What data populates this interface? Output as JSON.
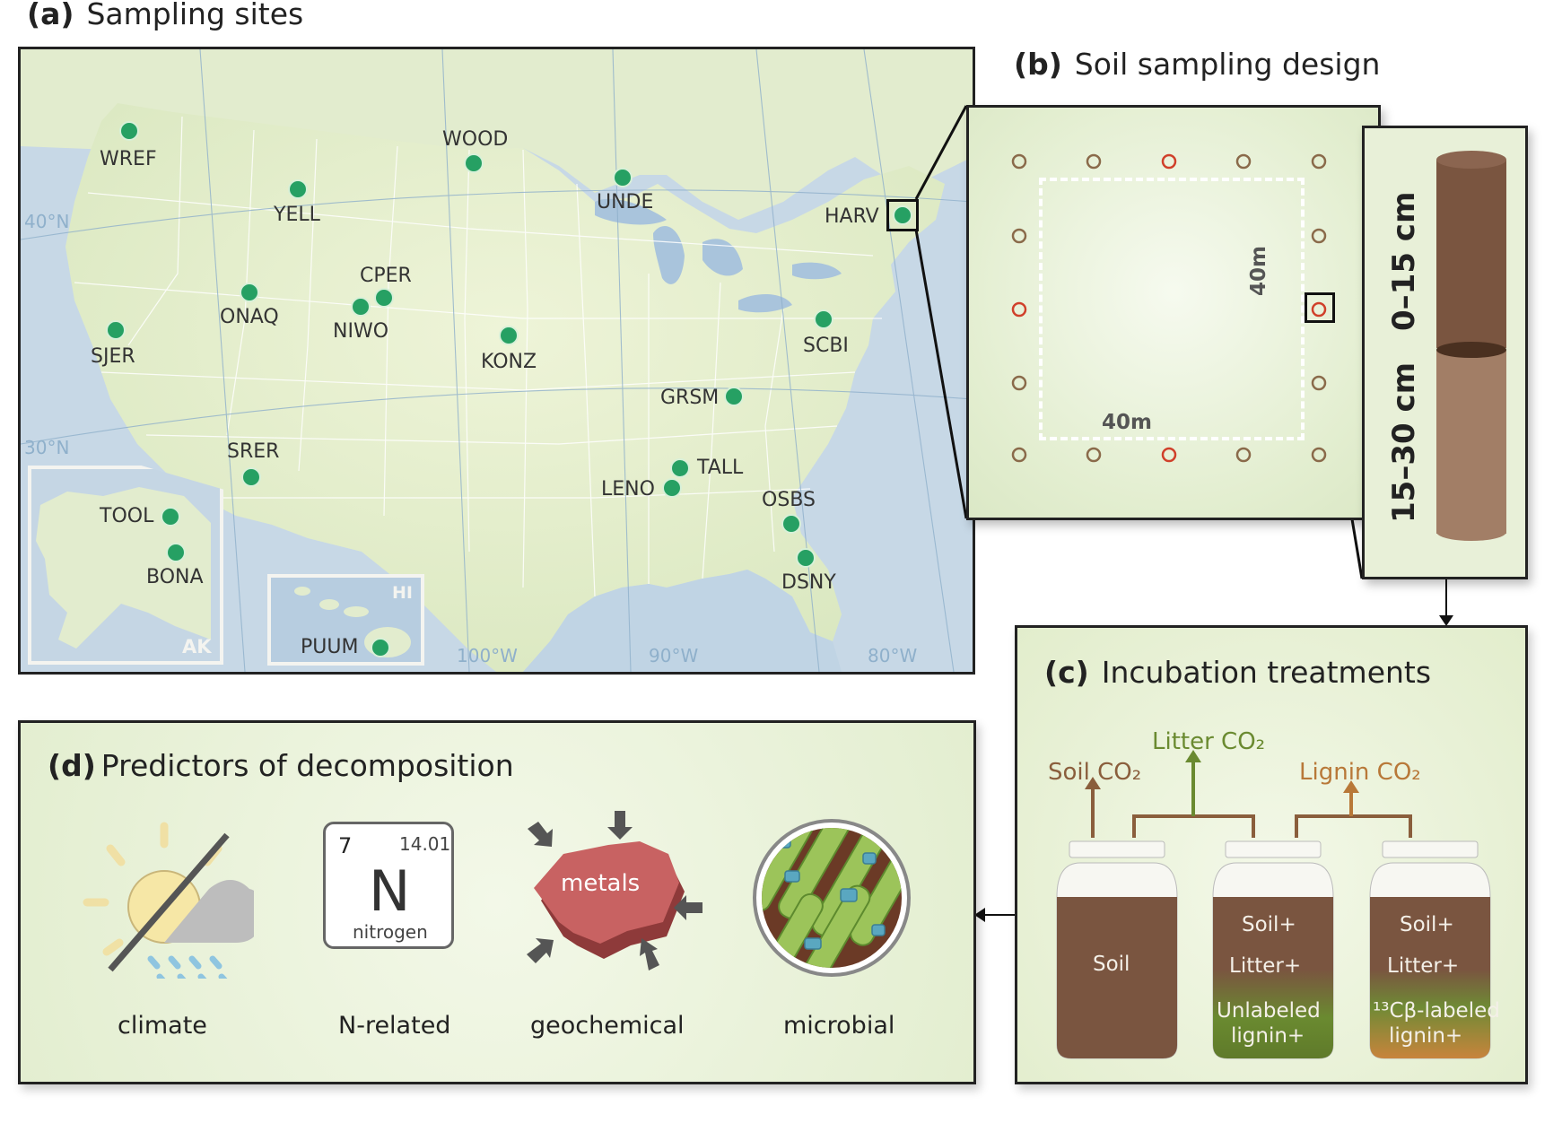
{
  "panel_a": {
    "letter": "(a)",
    "title": "Sampling sites",
    "coords": {
      "lat40": "40°N",
      "lat30": "30°N",
      "lon100": "100°W",
      "lon90": "90°W",
      "lon80": "80°W"
    },
    "insets": {
      "ak": "AK",
      "hi": "HI"
    },
    "sites": [
      "WREF",
      "YELL",
      "WOOD",
      "UNDE",
      "HARV",
      "CPER",
      "ONAQ",
      "NIWO",
      "SJER",
      "KONZ",
      "SCBI",
      "GRSM",
      "SRER",
      "TALL",
      "LENO",
      "OSBS",
      "DSNY",
      "TOOL",
      "BONA",
      "PUUM"
    ]
  },
  "panel_b": {
    "letter": "(b)",
    "title": "Soil sampling design",
    "width_label": "40m",
    "height_label": "40m"
  },
  "core": {
    "top_depth": "0–15 cm",
    "bottom_depth": "15–30 cm"
  },
  "panel_c": {
    "letter": "(c)",
    "title": "Incubation treatments",
    "soil_co2": "Soil CO₂",
    "litter_co2": "Litter CO₂",
    "lignin_co2": "Lignin CO₂",
    "jar1": "Soil",
    "jar2": {
      "l1": "Soil+",
      "l2": "Litter+",
      "l3": "Unlabeled",
      "l4": "lignin+"
    },
    "jar3": {
      "l1": "Soil+",
      "l2": "Litter+",
      "l3": "¹³Cβ-labeled",
      "l4": "lignin+"
    }
  },
  "panel_d": {
    "letter": "(d)",
    "title": "Predictors of decomposition",
    "element": {
      "number": "7",
      "mass": "14.01",
      "symbol": "N",
      "name": "nitrogen"
    },
    "metals": "metals",
    "labels": [
      "climate",
      "N-related",
      "geochemical",
      "microbial"
    ]
  },
  "colors": {
    "site": "#26a063",
    "red_point": "#d0402a",
    "brown_point": "#8a6a4a",
    "soil": "#7a5540",
    "litter_arrow": "#6a8a30",
    "lignin_arrow": "#b87838"
  }
}
